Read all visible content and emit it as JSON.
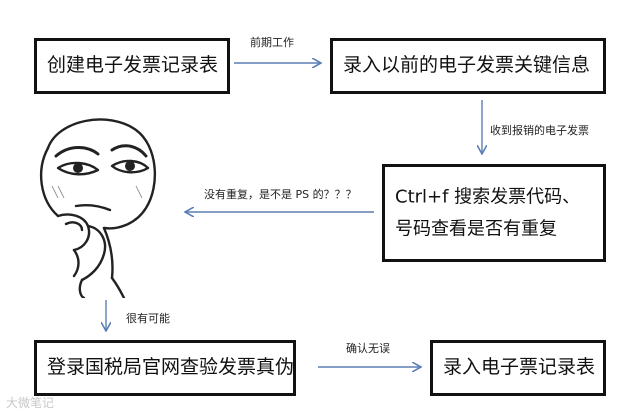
{
  "nodes": {
    "create_table": "创建电子发票记录表",
    "record_prior": "录入以前的电子发票关键信息",
    "search": "Ctrl+f 搜索发票代码、号码查看是否有重复",
    "verify": "登录国税局官网查验发票真伪",
    "record_table": "录入电子票记录表"
  },
  "edges": {
    "early_work": "前期工作",
    "received": "收到报销的电子发票",
    "no_dup": "没有重复，是不是 PS 的？？？",
    "possible": "很有可能",
    "confirmed": "确认无误"
  },
  "colors": {
    "arrow": "#5b7fb5",
    "border": "#111111"
  },
  "watermark": "大微笔记"
}
